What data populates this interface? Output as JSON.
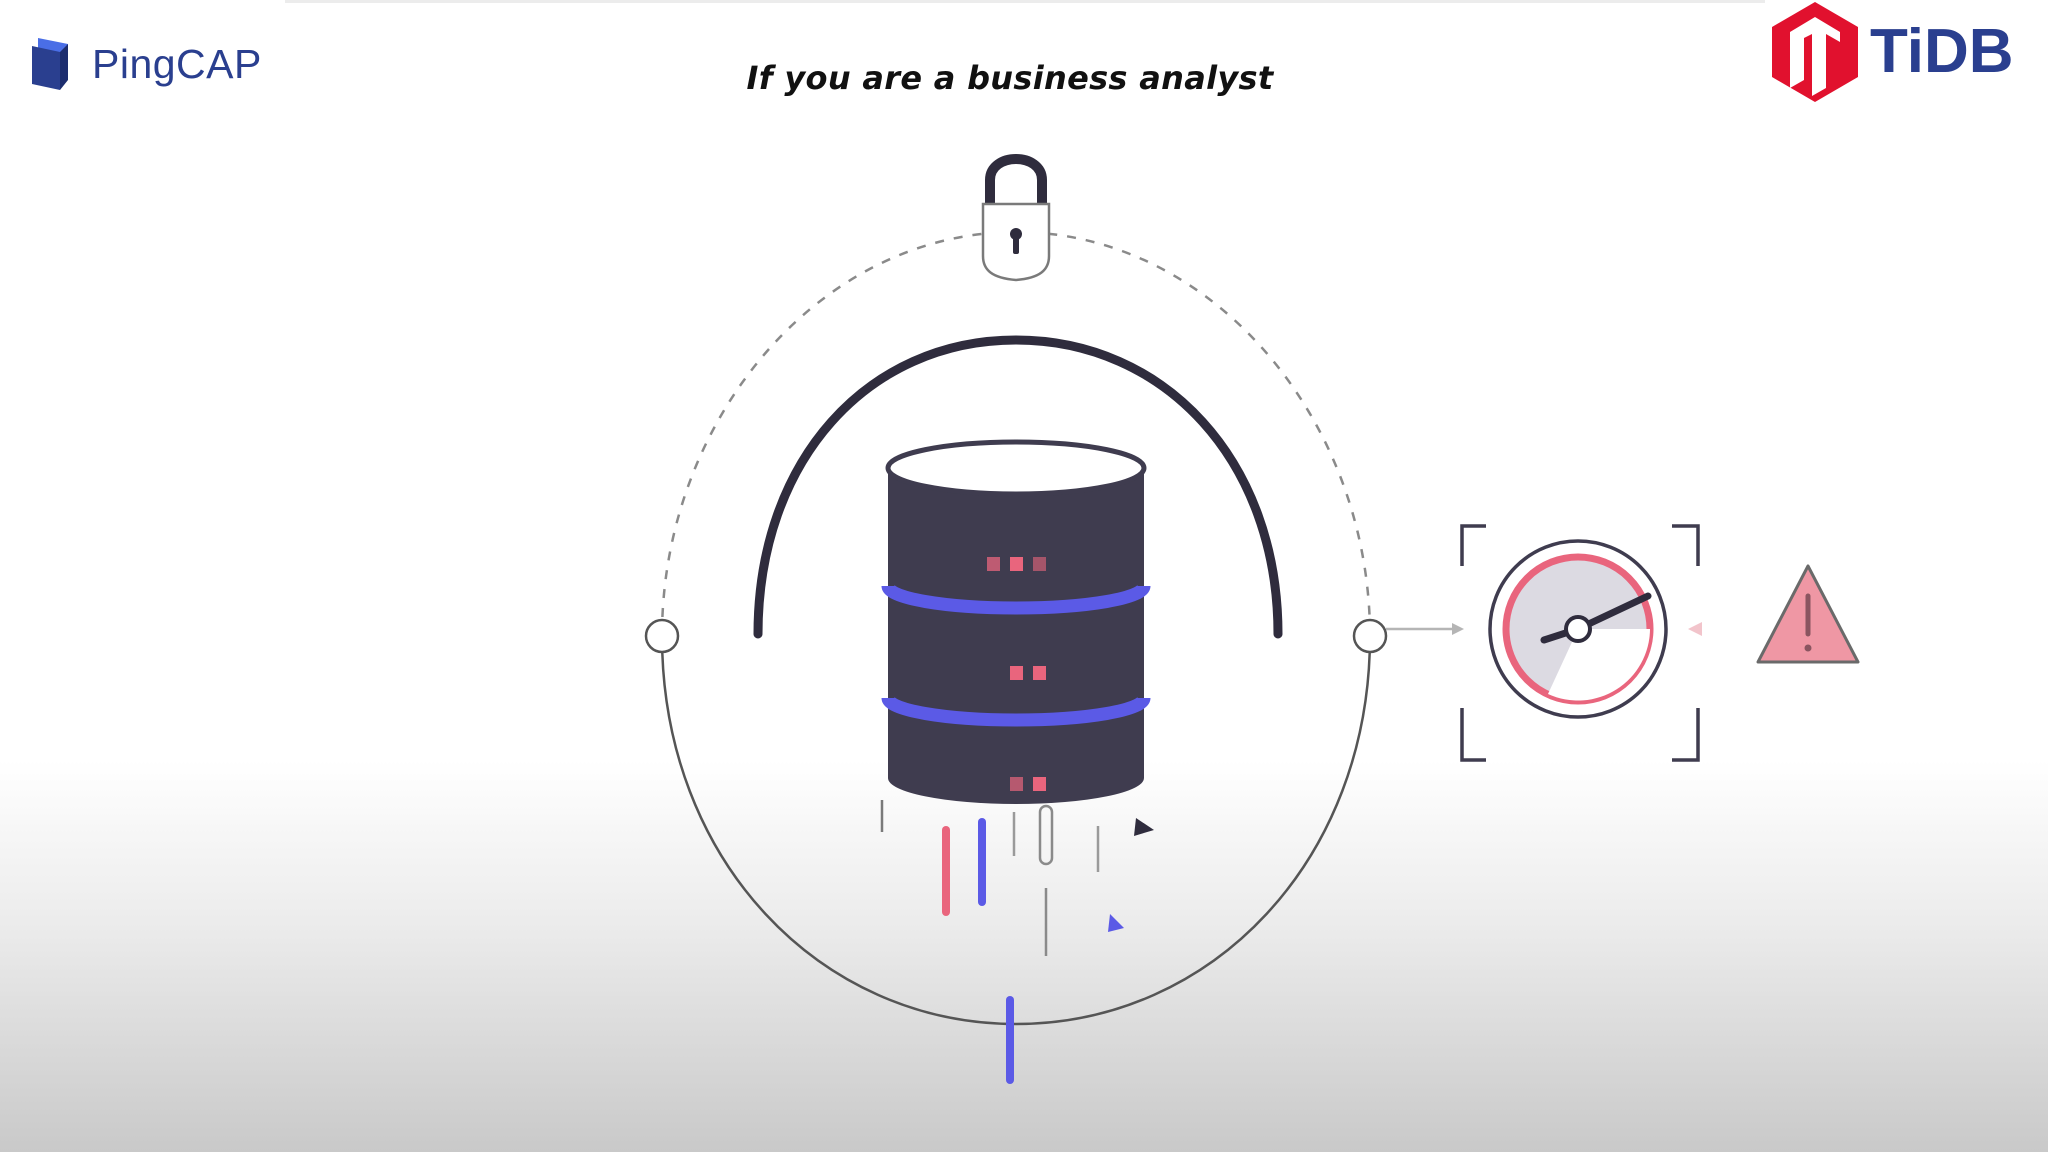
{
  "header": {
    "pingcap_logo_text": "PingCAP",
    "caption": "If you are a business analyst",
    "tidb_logo_text": "TiDB"
  },
  "colors": {
    "brand_navy": "#2a3f8f",
    "tidb_red": "#e1112e",
    "database_body": "#3f3c4f",
    "accent_purple": "#5b5ae6",
    "accent_pink": "#e9657d",
    "warning_fill": "#ef97a4"
  },
  "illustration": {
    "icons": [
      "lock-icon",
      "database-icon",
      "speedometer-icon",
      "warning-icon"
    ]
  }
}
